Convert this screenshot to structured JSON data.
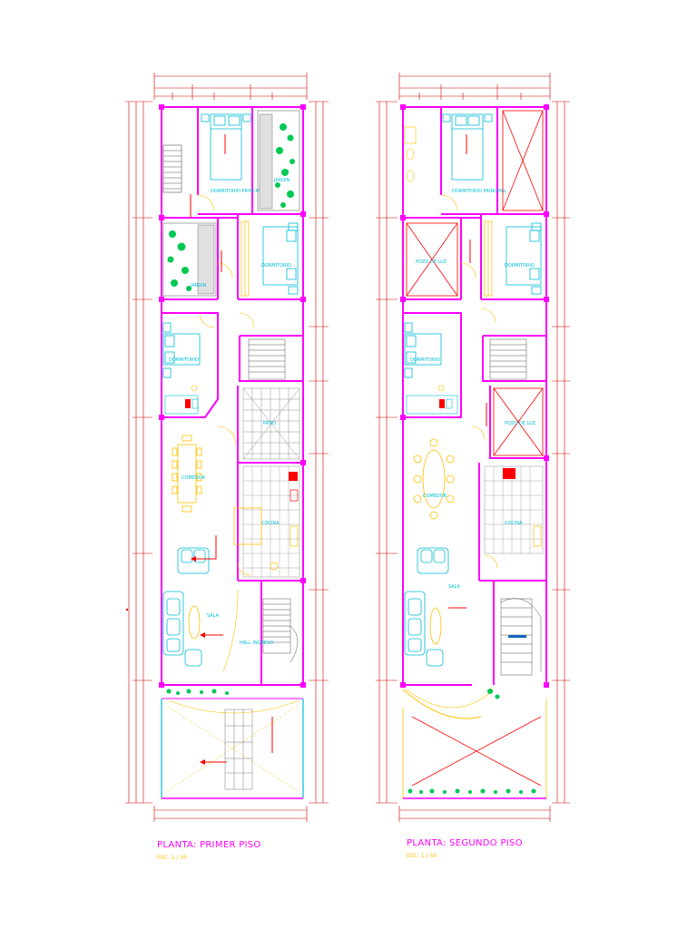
{
  "drawing": {
    "plans": [
      {
        "id": "primer-piso",
        "title": "PLANTA: PRIMER  PISO",
        "scale": "ESC. 1 / 50",
        "rooms": [
          {
            "key": "dormitorio_principal",
            "label": "DORMITORIO PRINCIPAL"
          },
          {
            "key": "jardin_1",
            "label": "JARDIN"
          },
          {
            "key": "jardin_2",
            "label": "JARDIN"
          },
          {
            "key": "dormitorio_1",
            "label": "DORMITORIO"
          },
          {
            "key": "dormitorio_2",
            "label": "DORMITORIO"
          },
          {
            "key": "patio",
            "label": "PATIO"
          },
          {
            "key": "comedor",
            "label": "COMEDOR"
          },
          {
            "key": "cocina",
            "label": "COCINA"
          },
          {
            "key": "sala",
            "label": "SALA"
          },
          {
            "key": "hall",
            "label": "HALL INGRESO"
          }
        ]
      },
      {
        "id": "segundo-piso",
        "title": "PLANTA: SEGUNDO PISO",
        "scale": "ESC. 1 / 50",
        "rooms": [
          {
            "key": "dormitorio_principal",
            "label": "DORMITORIO PRINCIPAL"
          },
          {
            "key": "pozo_luz_1",
            "label": "POZO DE LUZ"
          },
          {
            "key": "dormitorio_1",
            "label": "DORMITORIO"
          },
          {
            "key": "dormitorio_2",
            "label": "DORMITORIO"
          },
          {
            "key": "pozo_luz_2",
            "label": "POZO DE LUZ"
          },
          {
            "key": "comedor",
            "label": "COMEDOR"
          },
          {
            "key": "cocina",
            "label": "COCINA"
          },
          {
            "key": "sala",
            "label": "SALA"
          }
        ]
      }
    ],
    "colors": {
      "wall": "#ff00ff",
      "dimension": "#d00000",
      "fixture": "#00bcd4",
      "furniture": "#ffbf00",
      "vegetation": "#00c853",
      "stair": "#555555",
      "red": "#ff0000"
    }
  }
}
